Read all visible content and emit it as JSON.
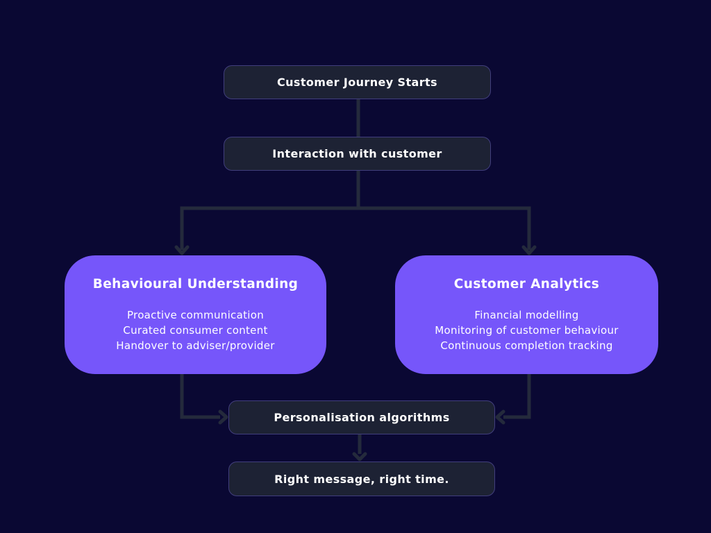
{
  "colors": {
    "background": "#0a0833",
    "node_dark_bg": "#1d2234",
    "node_purple_bg": "#7656fa",
    "connector": "#242a3c",
    "text": "#ffffff"
  },
  "nodes": {
    "start": {
      "label": "Customer Journey Starts"
    },
    "interaction": {
      "label": "Interaction with customer"
    },
    "behavioural": {
      "title": "Behavioural Understanding",
      "items": [
        "Proactive communication",
        "Curated consumer content",
        "Handover to adviser/provider"
      ]
    },
    "analytics": {
      "title": "Customer Analytics",
      "items": [
        "Financial modelling",
        "Monitoring of customer behaviour",
        "Continuous completion tracking"
      ]
    },
    "personalisation": {
      "label": "Personalisation algorithms"
    },
    "outcome": {
      "label": "Right message, right time."
    }
  }
}
